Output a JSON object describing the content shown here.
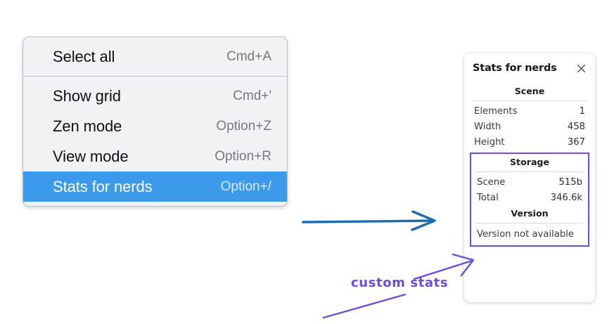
{
  "context_menu": {
    "name": "canvas-context-menu",
    "groups": [
      {
        "items": [
          {
            "label": "Select all",
            "accel": "Cmd+A",
            "selected": false
          }
        ]
      },
      {
        "items": [
          {
            "label": "Show grid",
            "accel": "Cmd+'",
            "selected": false
          },
          {
            "label": "Zen mode",
            "accel": "Option+Z",
            "selected": false
          },
          {
            "label": "View mode",
            "accel": "Option+R",
            "selected": false
          },
          {
            "label": "Stats for nerds",
            "accel": "Option+/",
            "selected": true
          }
        ]
      }
    ],
    "colors": {
      "background": "#f1f2f4",
      "border": "#b9bdc4",
      "selected_background": "#3b9ae9",
      "selected_text": "#ffffff",
      "label_text": "#101114",
      "accel_text": "#78797d"
    }
  },
  "stats_panel": {
    "title": "Stats for nerds",
    "close_icon": "close-icon",
    "sections": [
      {
        "heading": "Scene",
        "highlighted": false,
        "rows": [
          {
            "label": "Elements",
            "value": "1"
          },
          {
            "label": "Width",
            "value": "458"
          },
          {
            "label": "Height",
            "value": "367"
          }
        ]
      },
      {
        "heading": "Storage",
        "highlighted": true,
        "rows": [
          {
            "label": "Scene",
            "value": "515b"
          },
          {
            "label": "Total",
            "value": "346.6k"
          }
        ]
      },
      {
        "heading": "Version",
        "highlighted": true,
        "note": "Version not available"
      }
    ],
    "colors": {
      "background": "#ffffff",
      "highlight_border": "#6b4ddb",
      "rule": "#dcdcdf",
      "text": "#393a3e"
    }
  },
  "annotations": {
    "blue_arrow": {
      "name": "blue-pointer-arrow",
      "color": "#1c6cb0"
    },
    "purple_arrow": {
      "name": "purple-pointer-arrow",
      "color": "#6b4ddb"
    },
    "purple_underline": {
      "name": "purple-underline-stroke",
      "color": "#6b4ddb"
    },
    "label": {
      "text": "custom stats",
      "color": "#6b4ddb"
    }
  }
}
